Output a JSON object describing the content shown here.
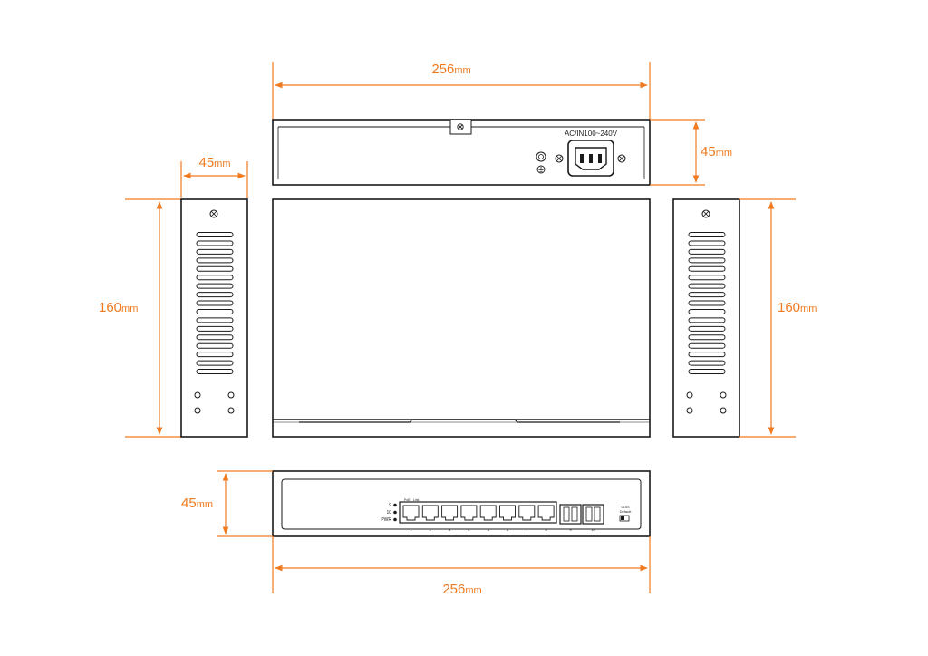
{
  "colors": {
    "dimension": "#f07a20",
    "outline": "#1a1a1a",
    "panel_fill": "#ffffff",
    "background": "#ffffff"
  },
  "dimensions": {
    "top_width": {
      "value": "256",
      "unit": "mm"
    },
    "bottom_width": {
      "value": "256",
      "unit": "mm"
    },
    "rear_height": {
      "value": "45",
      "unit": "mm"
    },
    "front_height": {
      "value": "45",
      "unit": "mm"
    },
    "left_side_width": {
      "value": "45",
      "unit": "mm"
    },
    "left_side_depth": {
      "value": "160",
      "unit": "mm"
    },
    "right_side_depth": {
      "value": "160",
      "unit": "mm"
    }
  },
  "rear_panel": {
    "power_label": "AC/IN100~240V",
    "icons": [
      "screw-icon",
      "ground-icon",
      "power-inlet-icon"
    ]
  },
  "front_panel": {
    "indicator_labels": [
      "9",
      "10",
      "PWR"
    ],
    "port_header_labels": [
      "PoE",
      "Link"
    ],
    "port_numbers": [
      "1",
      "2",
      "3",
      "4",
      "5",
      "6",
      "7",
      "8"
    ],
    "sfp_numbers": [
      "9",
      "10"
    ],
    "reset_labels": [
      "CLSS",
      "Default"
    ]
  },
  "side_panel": {
    "vent_slot_count": 17
  }
}
